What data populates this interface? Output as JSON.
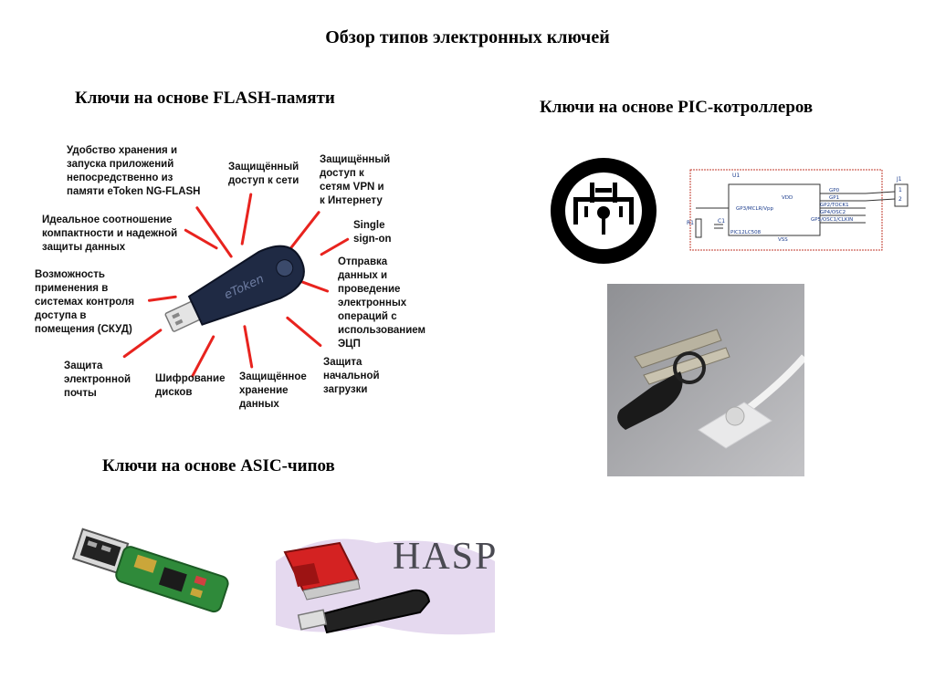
{
  "title": "Обзор типов электронных ключей",
  "sections": {
    "flash": "Ключи на основе FLASH-памяти",
    "pic": "Ключи на основе PIC-котроллеров",
    "asic": "Ключи на основе ASIC-чипов"
  },
  "flash_labels": [
    "Удобство хранения и\nзапуска приложений\nнепосредственно из\nпамяти eToken NG-FLASH",
    "Защищённый\nдоступ к сети",
    "Защищённый\nдоступ к\nсетям VPN и\nк Интернету",
    "Идеальное соотношение\nкомпактности и надежной\nзащиты данных",
    "Single\nsign-on",
    "Возможность\nприменения в\nсистемах контроля\nдоступа в\nпомещения (СКУД)",
    "Отправка\nданных и\nпроведение\nэлектронных\nопераций с\nиспользованием\nЭЦП",
    "Защита\nэлектронной\nпочты",
    "Шифрование\nдисков",
    "Защищённое\nхранение\nданных",
    "Защита\nначальной\nзагрузки"
  ],
  "schematic": {
    "chip": "PIC12LC508",
    "pins_left": "GP3/MCLR/Vpp",
    "pins_right": [
      "GP0",
      "GP1",
      "GP2/TOCK1",
      "GP4/OSC2",
      "GP5/OSC1/CLKIN"
    ],
    "vdd": "VDD",
    "vss": "VSS",
    "r1": "R1",
    "c1": "C1",
    "u1": "U1",
    "j1": "J1",
    "j_pins": [
      "1",
      "2"
    ]
  },
  "hasp_logo": "HASP",
  "etoken_text": "eToken",
  "colors": {
    "ray": "#e8231e",
    "token": "#1f2a44"
  }
}
